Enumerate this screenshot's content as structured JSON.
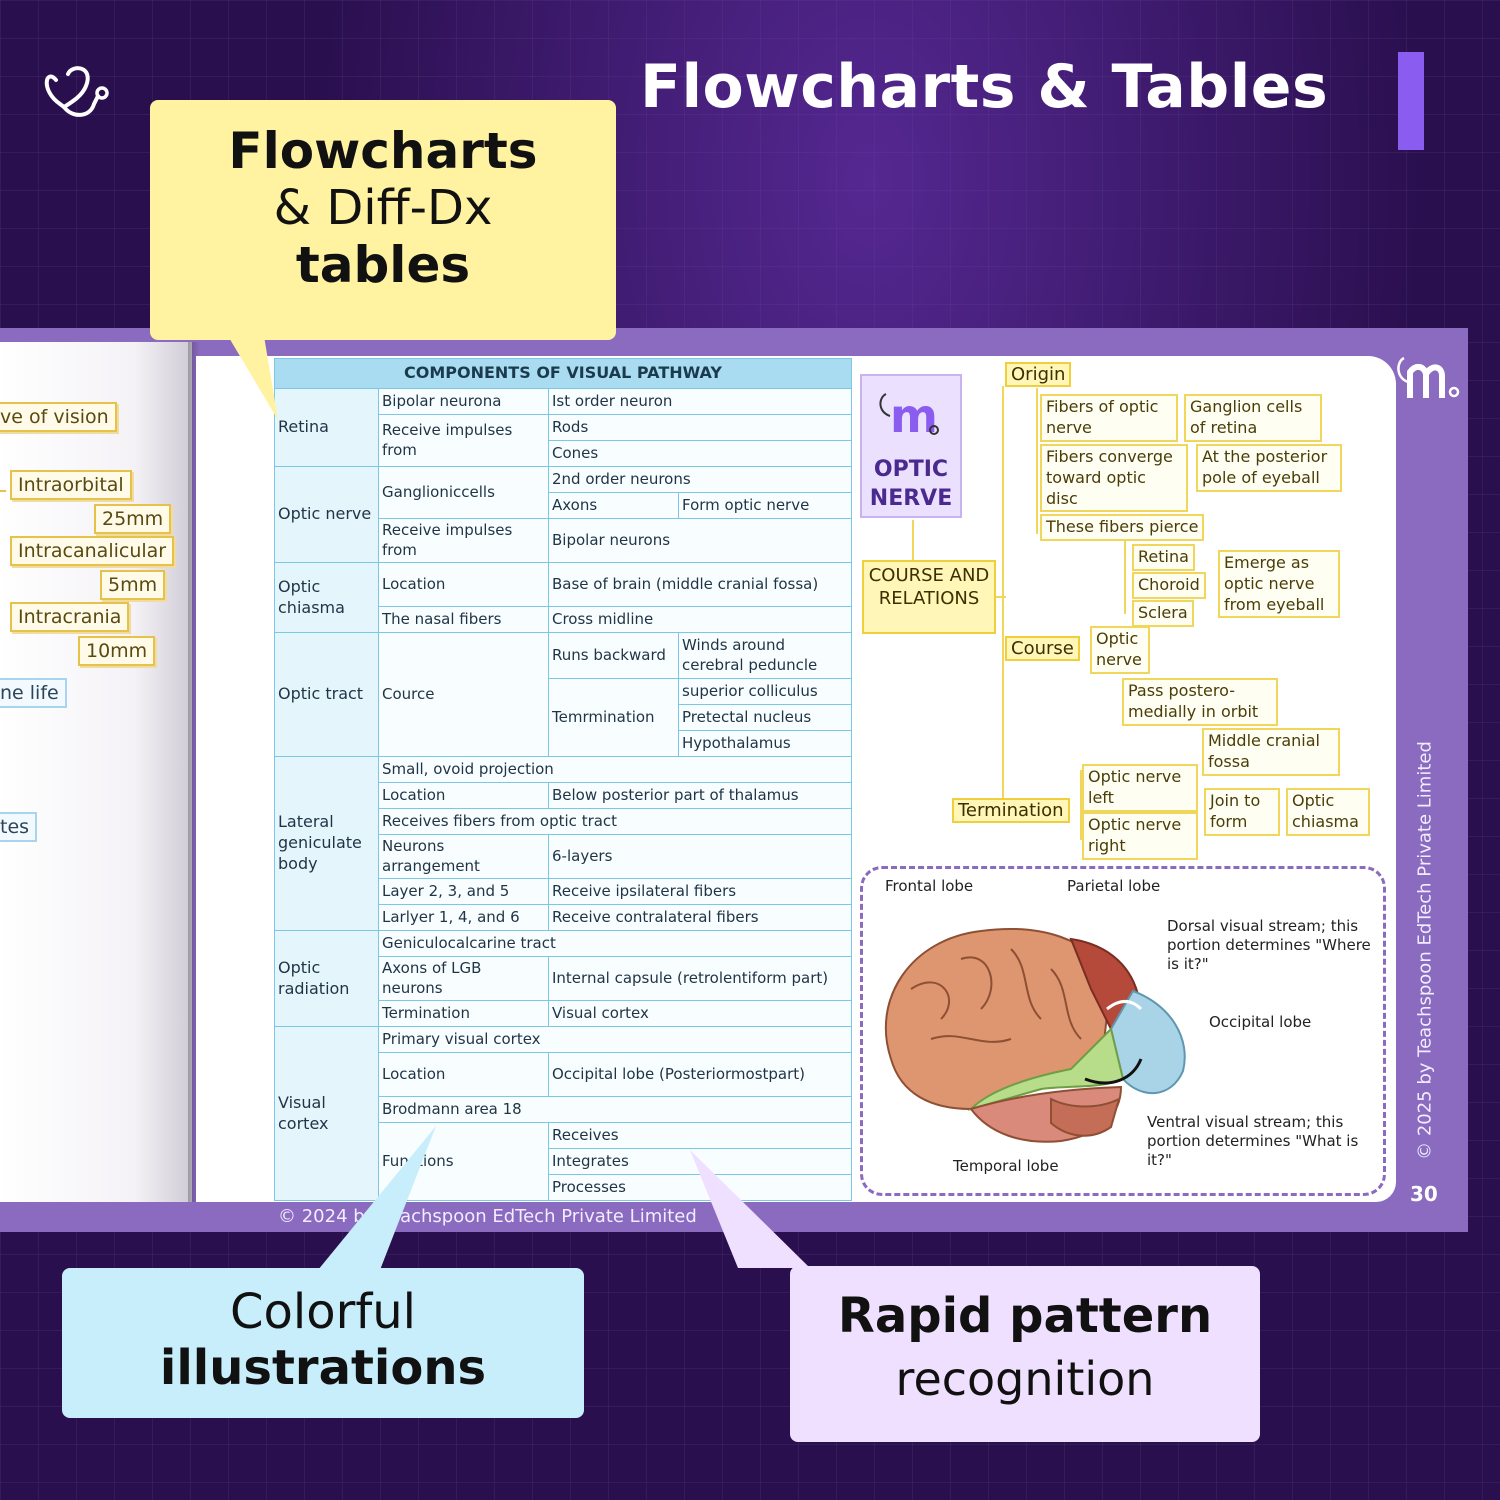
{
  "header": {
    "title": "Flowcharts & Tables",
    "accent": "#8a5cf0"
  },
  "callouts": {
    "flowcharts": {
      "line1": "Flowcharts",
      "line2": "& Diff-Dx",
      "line3": "tables"
    },
    "colorful": {
      "line1": "Colorful",
      "line2": "illustrations"
    },
    "rapid": {
      "line1": "Rapid pattern",
      "line2": "recognition"
    }
  },
  "left_page": {
    "vision": "ve of vision",
    "intraorbital": "Intraorbital",
    "len25": "25mm",
    "intracanalicular": "Intracanalicular",
    "len5": "5mm",
    "intracrania": "Intracrania",
    "len10": "10mm",
    "life": "ne life",
    "tes": "tes"
  },
  "table": {
    "title": "COMPONENTS OF VISUAL PATHWAY",
    "retina": "Retina",
    "bipolar_neurona": "Bipolar neurona",
    "first_order": "Ist order neuron",
    "receive_from_1": "Receive impulses from",
    "rods": "Rods",
    "cones": "Cones",
    "optic_nerve": "Optic nerve",
    "ganglioniccells": "Ganglioniccells",
    "second_order": "2nd order neurons",
    "axons": "Axons",
    "form_optic": "Form optic nerve",
    "receive_from_2": "Receive impulses from",
    "bipolar_neurons": "Bipolar neurons",
    "optic_chiasma": "Optic chiasma",
    "location_1": "Location",
    "base_brain": "Base of brain (middle cranial fossa)",
    "nasal_fibers": "The nasal fibers",
    "cross_midline": "Cross midline",
    "optic_tract": "Optic tract",
    "cource": "Cource",
    "runs_backward": "Runs backward",
    "winds_around": "Winds around cerebral peduncle",
    "temrmination": "Temrmination",
    "sup_colliculus": "superior colliculus",
    "pretectal": "Pretectal nucleus",
    "hypothalamus": "Hypothalamus",
    "lgb": "Lateral geniculate body",
    "small_ovoid": "Small, ovoid projection",
    "location_2": "Location",
    "below_thalamus": "Below posterior part of thalamus",
    "receives_fibers": "Receives fibers from optic tract",
    "neurons_arr": "Neurons arrangement",
    "six_layers": "6-layers",
    "layer235": "Layer 2, 3, and 5",
    "ipsilateral": "Receive ipsilateral fibers",
    "layer146": "Larlyer 1, 4, and 6",
    "contralateral": "Receive contralateral fibers",
    "optic_radiation": "Optic radiation",
    "geniculocalcarine": "Geniculocalcarine tract",
    "axons_lgb": "Axons of LGB neurons",
    "internal_capsule": "Internal capsule (retrolentiform part)",
    "termination": "Termination",
    "visual_cortex_cell": "Visual cortex",
    "visual_cortex": "Visual cortex",
    "primary_vc": "Primary visual cortex",
    "location_3": "Location",
    "occipital_lobe": "Occipital lobe (Posteriormostpart)",
    "brodmann": "Brodmann area 18",
    "functions": "Functions",
    "receives": "Receives",
    "integrates": "Integrates",
    "processes": "Processes"
  },
  "mindmap": {
    "logo_letter": "m",
    "optic_nerve": "OPTIC NERVE",
    "course_relations": "COURSE AND RELATIONS",
    "origin": "Origin",
    "fibers_of": "Fibers of optic nerve",
    "ganglion": "Ganglion cells of retina",
    "fibers_converge": "Fibers converge toward optic disc",
    "posterior_pole": "At the posterior pole of eyeball",
    "fibers_pierce": "These fibers pierce",
    "retina": "Retina",
    "choroid": "Choroid",
    "sclera": "Sclera",
    "emerge": "Emerge as optic nerve from eyeball",
    "course": "Course",
    "optic_nerve_small": "Optic nerve",
    "pass_postero": "Pass postero-medially in orbit",
    "middle_cranial": "Middle cranial fossa",
    "termination": "Termination",
    "on_left": "Optic nerve left",
    "on_right": "Optic nerve right",
    "join_form": "Join to form",
    "optic_chiasma": "Optic chiasma"
  },
  "brain": {
    "frontal": "Frontal lobe",
    "parietal": "Parietal lobe",
    "dorsal": "Dorsal visual stream; this portion determines \"Where is it?\"",
    "occipital": "Occipital lobe",
    "ventral": "Ventral visual stream; this portion determines \"What is it?\"",
    "temporal": "Temporal lobe"
  },
  "footer": {
    "page_copyright": "© 2024 by Teachspoon EdTech Private Limited",
    "side_copyright": "© 2025 by Teachspoon EdTech Private Limited",
    "page_number": "30"
  }
}
